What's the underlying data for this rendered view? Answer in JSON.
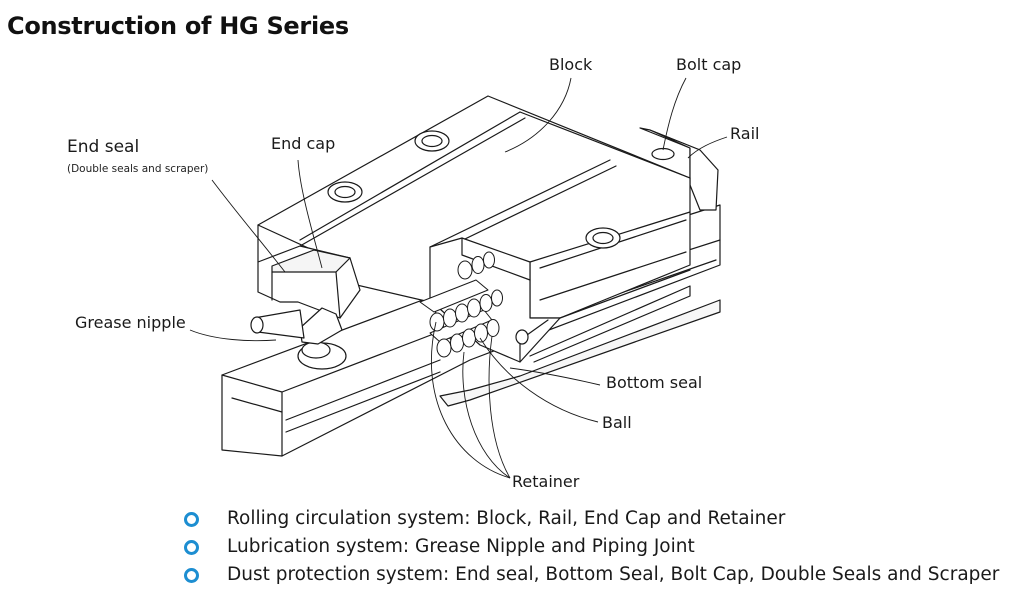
{
  "title": "Construction of HG Series",
  "labels": {
    "block": "Block",
    "bolt_cap": "Bolt cap",
    "rail": "Rail",
    "end_seal": "End seal",
    "end_seal_note": "(Double seals and scraper)",
    "end_cap": "End cap",
    "grease_nipple": "Grease nipple",
    "bottom_seal": "Bottom seal",
    "ball": "Ball",
    "retainer": "Retainer"
  },
  "bullets": [
    "Rolling circulation system: Block, Rail, End Cap and Retainer",
    "Lubrication system: Grease Nipple and Piping Joint",
    "Dust protection system: End seal, Bottom Seal, Bolt Cap, Double Seals and Scraper"
  ],
  "colors": {
    "bullet": "#1d8ed1",
    "line": "#1a1a1a"
  }
}
